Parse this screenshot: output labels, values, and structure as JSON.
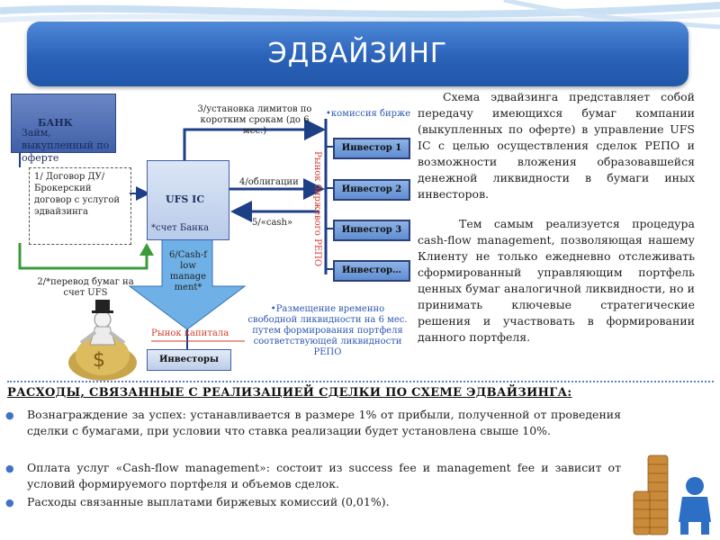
{
  "title": "ЭДВАЙЗИНГ",
  "diagram": {
    "bank": {
      "title": "БАНК",
      "subtitle": "Займ, выкупленный по оферте"
    },
    "contract_note": "1/ Договор ДУ/ Брокерский договор с услугой эдвайзинга",
    "ufs": {
      "title": "UFS IC",
      "account": "*счет Банка"
    },
    "step2": "2/*перевод бумаг на счет UFS",
    "step3": "3/установка лимитов по коротким срокам (до 6 мес.)",
    "step4": "4/облигации",
    "step5": "5/«cash»",
    "step6": "6/Cash-f low manage ment*",
    "exchange_fee": "•комиссия бирже",
    "repo_market_label": "Рынок биржевого РЕПО",
    "investors": [
      "Инвестор 1",
      "Инвестор 2",
      "Инвестор 3",
      "Инвестор…"
    ],
    "capital_market": "Рынок капитала",
    "investors_box": "Инвесторы",
    "placement_note": "•Размещение временно свободной ликвидности на 6 мес. путем формирования портфеля соответствующей ликвидности РЕПО"
  },
  "paragraphs": [
    "Схема эдвайзинга представляет собой передачу имеющихся бумаг компании (выкупленных по оферте) в управление UFS IC с целью осуществления сделок РЕПО и возможности вложения образовавшейся денежной ликвидности в бумаги иных инвесторов.",
    "Тем самым реализуется процедура cash-flow management, позволяющая нашему Клиенту не только ежедневно отслеживать сформированный управляющим портфель ценных бумаг аналогичной ликвидности, но и принимать ключевые стратегические решения и участвовать в формировании данного портфеля."
  ],
  "expenses": {
    "heading": "РАСХОДЫ, СВЯЗАННЫЕ С РЕАЛИЗАЦИЕЙ СДЕЛКИ ПО СХЕМЕ ЭДВАЙЗИНГА:",
    "items": [
      "Вознаграждение за успех: устанавливается в размере 1% от прибыли, полученной от проведения сделки с бумагами, при условии что ставка реализации будет установлена свыше 10%.",
      "Оплата услуг «Cash-flow management»: состоит из success fee и management fee и зависит от условий формируемого портфеля и объемов сделок.",
      "Расходы связанные выплатами биржевых комиссий (0,01%)."
    ]
  },
  "colors": {
    "banner": "#2a62b8",
    "arrow": "#1d3f86",
    "accent_red": "#d13a2a",
    "bullet": "#3f73c7"
  },
  "icons": [
    "man-on-moneybag-icon",
    "coin-stack-person-icon"
  ]
}
